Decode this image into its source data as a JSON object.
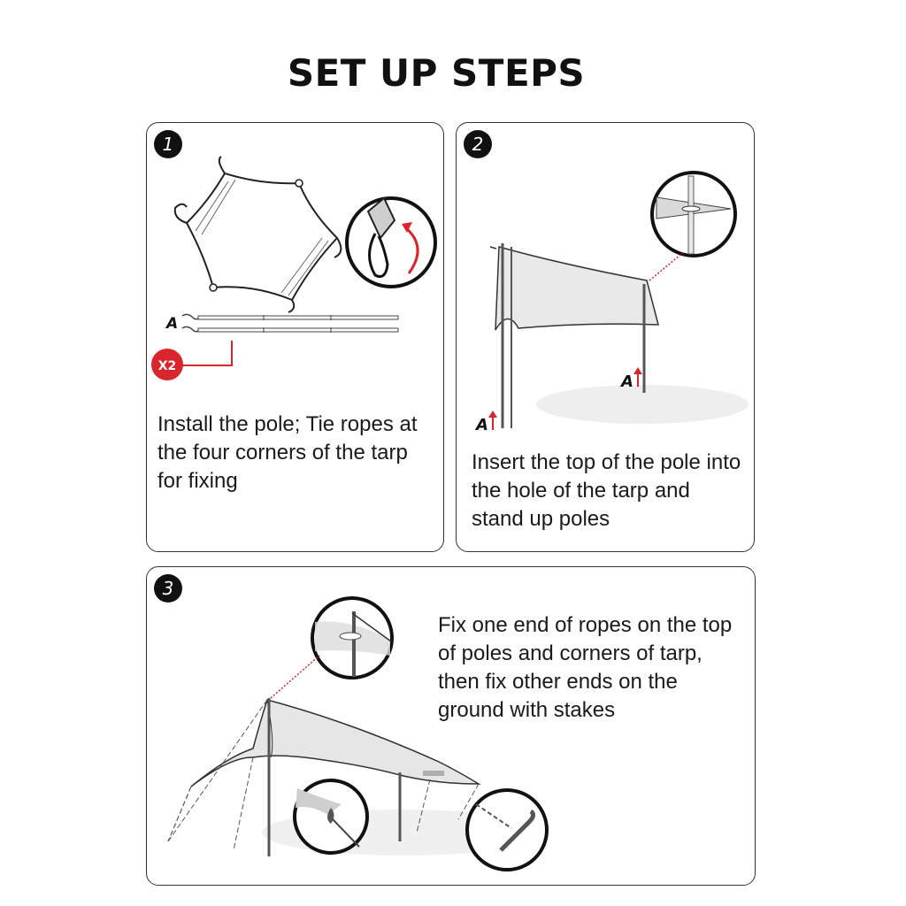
{
  "header": {
    "title": "SET UP STEPS"
  },
  "steps": [
    {
      "number": "1",
      "text": "Install the pole; Tie ropes at the four corners of the tarp for fixing",
      "labels": {
        "pole": "A",
        "quantity": "X2"
      }
    },
    {
      "number": "2",
      "text": "Insert the top of the pole into the hole of the tarp and stand up poles",
      "labels": {
        "pole_left": "A",
        "pole_right": "A"
      }
    },
    {
      "number": "3",
      "text": "Fix one end of ropes on the top of poles and corners of tarp, then fix other ends on the ground with stakes"
    }
  ],
  "colors": {
    "accent_red": "#d9252b",
    "outline": "#333333",
    "tarp_fill": "#e9e9e9"
  }
}
